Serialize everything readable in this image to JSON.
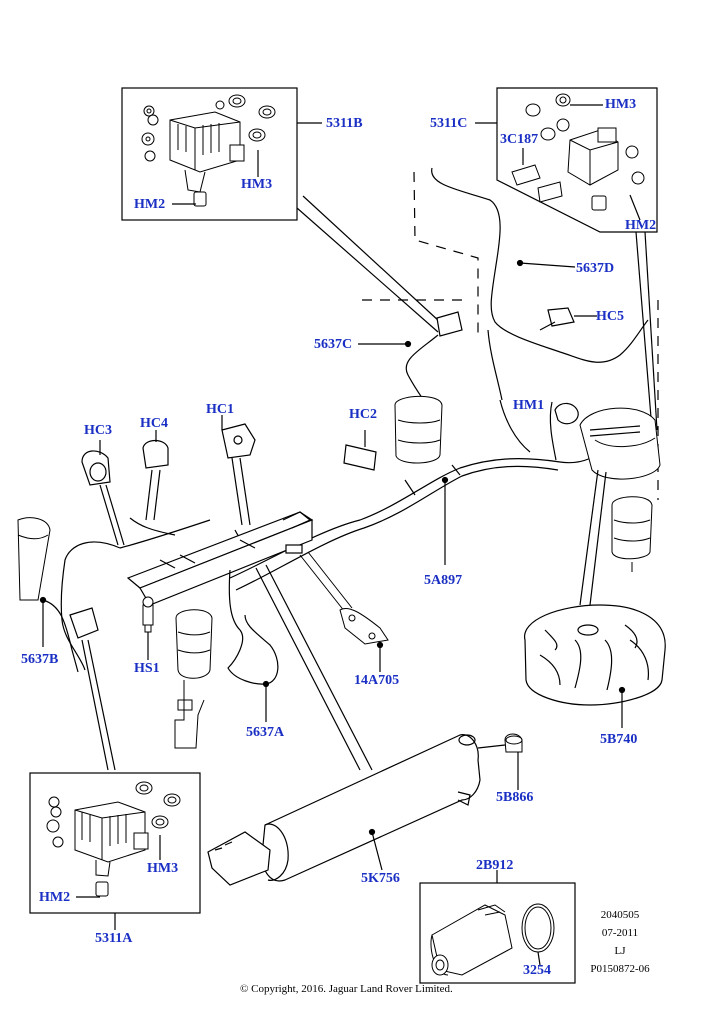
{
  "diagram": {
    "labels": {
      "l5311B": "5311B",
      "l5311C": "5311C",
      "lHM3_top": "HM3",
      "lHM3_b": "HM3",
      "lHM2_b": "HM2",
      "l3C187": "3C187",
      "lHM2_c": "HM2",
      "l5637D": "5637D",
      "lHC5": "HC5",
      "l5637C": "5637C",
      "lHM1": "HM1",
      "lHC2": "HC2",
      "lHC1": "HC1",
      "lHC3": "HC3",
      "lHC4": "HC4",
      "l5A897": "5A897",
      "l5637B": "5637B",
      "lHS1": "HS1",
      "l14A705": "14A705",
      "l5637A": "5637A",
      "l5B740": "5B740",
      "l5B866": "5B866",
      "l5K756": "5K756",
      "l2B912": "2B912",
      "l3254": "3254",
      "lHM3_a": "HM3",
      "lHM2_a": "HM2",
      "l5311A": "5311A"
    },
    "meta": [
      "2040505",
      "07-2011",
      "LJ",
      "P0150872-06"
    ],
    "copyright": "© Copyright, 2016. Jaguar Land Rover Limited."
  }
}
